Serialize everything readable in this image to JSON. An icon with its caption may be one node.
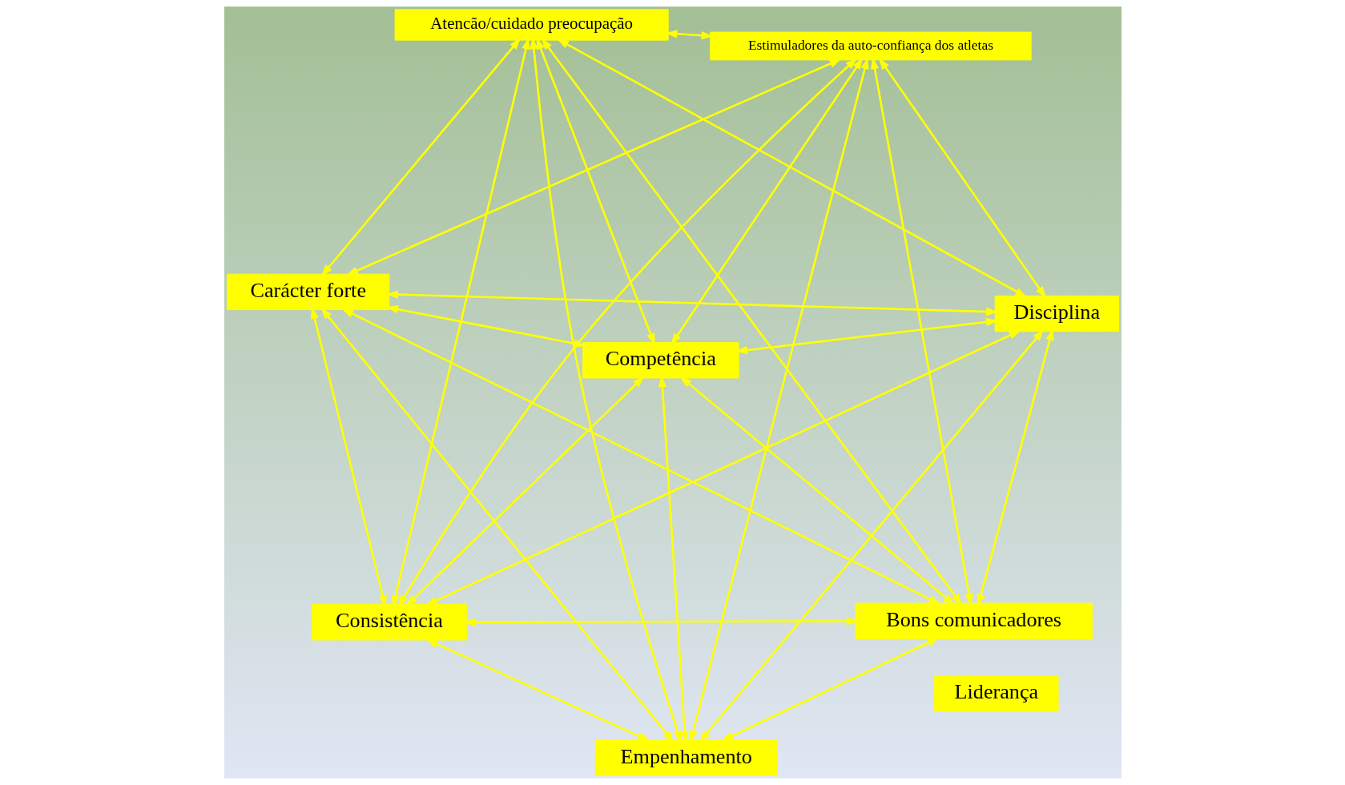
{
  "diagram": {
    "nodes": [
      {
        "text": [
          "Carácter forte"
        ]
      },
      {
        "text": [
          "Disciplina"
        ]
      },
      {
        "text": [
          "Empenhamento"
        ]
      },
      {
        "text": [
          "Atencão/cuidado preocupação"
        ]
      },
      {
        "text": [
          "Liderança"
        ]
      },
      {
        "text": [
          "Estimuladores da auto-confiança dos atletas"
        ]
      },
      {
        "text": [
          "Competência"
        ]
      },
      {
        "text": [
          "Consistência"
        ]
      },
      {
        "text": [
          "Bons comunicadores"
        ]
      }
    ],
    "edges": [
      {
        "from": 0,
        "to": 2,
        "arrow": "both"
      },
      {
        "from": 0,
        "to": 1,
        "arrow": "both"
      },
      {
        "from": 0,
        "to": 5,
        "arrow": "both"
      },
      {
        "from": 0,
        "to": 7,
        "arrow": "both"
      },
      {
        "from": 0,
        "to": 8,
        "arrow": "both"
      },
      {
        "from": 0,
        "to": 3,
        "arrow": "both"
      },
      {
        "from": 0,
        "to": 6,
        "arrow": "both"
      },
      {
        "from": 2,
        "to": 1,
        "arrow": "both"
      },
      {
        "from": 1,
        "to": 3,
        "arrow": "both"
      },
      {
        "from": 1,
        "to": 5,
        "arrow": "both"
      },
      {
        "from": 1,
        "to": 6,
        "arrow": "both"
      },
      {
        "from": 1,
        "to": 7,
        "arrow": "both"
      },
      {
        "from": 1,
        "to": 8,
        "arrow": "both"
      },
      {
        "from": 2,
        "to": 3,
        "arrow": "both"
      },
      {
        "from": 2,
        "to": 5,
        "arrow": "both"
      },
      {
        "from": 2,
        "to": 6,
        "arrow": "both"
      },
      {
        "from": 2,
        "to": 7,
        "arrow": "both"
      },
      {
        "from": 2,
        "to": 8,
        "arrow": "both"
      },
      {
        "from": 5,
        "to": 3,
        "arrow": "both"
      },
      {
        "from": 3,
        "to": 6,
        "arrow": "both"
      },
      {
        "from": 3,
        "to": 7,
        "arrow": "both"
      },
      {
        "from": 3,
        "to": 8,
        "arrow": "both"
      },
      {
        "from": 5,
        "to": 6,
        "arrow": "both"
      },
      {
        "from": 5,
        "to": 7,
        "arrow": "both"
      },
      {
        "from": 5,
        "to": 8,
        "arrow": "both"
      },
      {
        "from": 7,
        "to": 6,
        "arrow": "both"
      },
      {
        "from": 6,
        "to": 8,
        "arrow": "both"
      },
      {
        "from": 7,
        "to": 8,
        "arrow": "both"
      }
    ]
  }
}
